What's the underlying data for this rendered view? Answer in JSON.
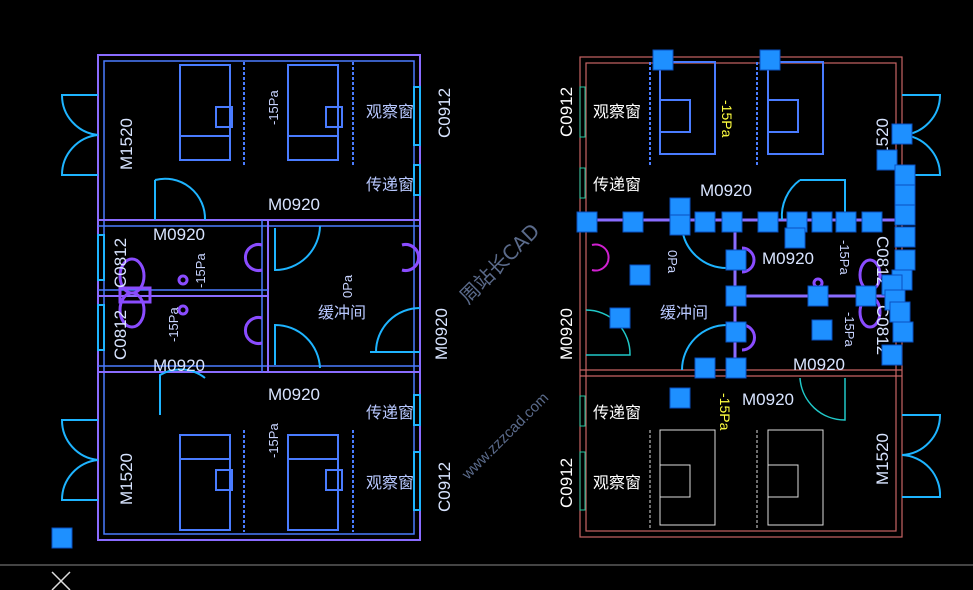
{
  "left_plan": {
    "doors": {
      "m1520_top": "M1520",
      "m1520_bottom": "M1520",
      "m0920_corridor_top": "M0920",
      "m0920_wc_top": "M0920",
      "m0920_wc_bottom": "M0920",
      "m0920_corridor_bottom": "M0920",
      "m0920_buffer": "M0920"
    },
    "windows": {
      "c0912_top": "C0912",
      "c0912_bottom": "C0912",
      "c0812_top": "C0812",
      "c0812_bottom": "C0812"
    },
    "rooms": {
      "observe_top": "观察窗",
      "observe_bottom": "观察窗",
      "pass_top": "传递窗",
      "pass_bottom": "传递窗",
      "buffer": "缓冲间"
    },
    "pressure": {
      "top": "-15Pa",
      "wc_top": "-15Pa",
      "wc_bottom": "-15Pa",
      "bottom": "-15Pa",
      "buffer": "0Pa"
    }
  },
  "right_plan": {
    "doors": {
      "m0920_top": "M0920",
      "m0920_mid": "M0920",
      "m0920_left": "M0920",
      "m0920_right": "M0920",
      "m0920_bottom": "M0920",
      "m1520_top": "M1520",
      "m1520_bottom": "M1520"
    },
    "windows": {
      "c0912_top": "C0912",
      "c0912_bottom": "C0912",
      "c0812_top": "C0812",
      "c0812_bottom": "C0812"
    },
    "rooms": {
      "observe_top": "观察窗",
      "observe_bottom": "观察窗",
      "pass_top": "传递窗",
      "pass_bottom": "传递窗",
      "buffer": "缓冲间"
    },
    "pressure": {
      "top": "-15Pa",
      "bottom": "-15Pa",
      "wc_top": "-15Pa",
      "wc_bottom": "-15Pa",
      "buffer": "0Pa"
    }
  },
  "watermark": {
    "cn": "周站长CAD",
    "url": "www.zzzcad.com"
  },
  "colors": {
    "background": "#000000",
    "grip": "#1e90ff",
    "wall": "#8a6cff",
    "door": "#1eb4ff",
    "right_wall": "#c86464"
  }
}
